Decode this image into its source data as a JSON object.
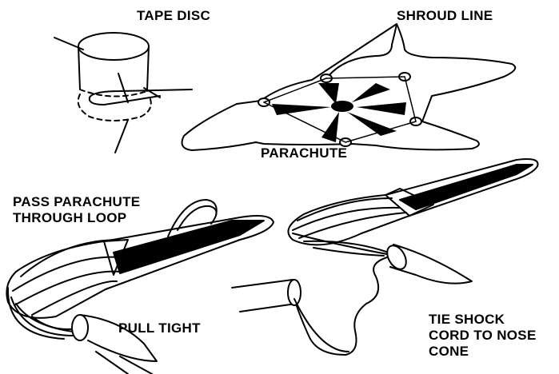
{
  "labels": {
    "tape_disc": "TAPE DISC",
    "shroud_line": "SHROUD LINE",
    "parachute": "PARACHUTE",
    "pass_parachute_line1": "PASS PARACHUTE",
    "pass_parachute_line2": "THROUGH LOOP",
    "pull_tight": "PULL TIGHT",
    "tie_shock_line1": "TIE SHOCK",
    "tie_shock_line2": "CORD TO NOSE",
    "tie_shock_line3": "CONE"
  },
  "colors": {
    "ink": "#000000",
    "paper": "#ffffff"
  }
}
